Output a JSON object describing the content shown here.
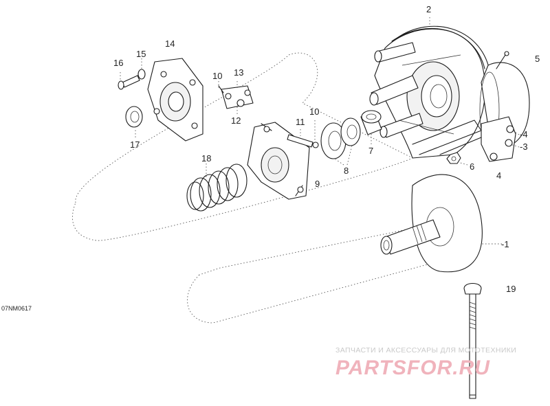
{
  "figure_code": "07NM0617",
  "callouts": {
    "n1": "1",
    "n2": "2",
    "n3": "3",
    "n4a": "4",
    "n4b": "4",
    "n5": "5",
    "n6": "6",
    "n7": "7",
    "n8": "8",
    "n9": "9",
    "n10a": "10",
    "n10b": "10",
    "n11": "11",
    "n12": "12",
    "n13": "13",
    "n14": "14",
    "n15": "15",
    "n16": "16",
    "n17": "17",
    "n18": "18",
    "n19": "19"
  },
  "watermark": {
    "tagline": "ЗАПЧАСТИ И АКСЕССУАРЫ ДЛЯ МОТОТЕХНИКИ",
    "brand": "PARTSFOR.RU"
  },
  "colors": {
    "line": "#1a1a1a",
    "watermark_brand": "#f0b3bc",
    "watermark_tagline": "#c9c9c9"
  }
}
